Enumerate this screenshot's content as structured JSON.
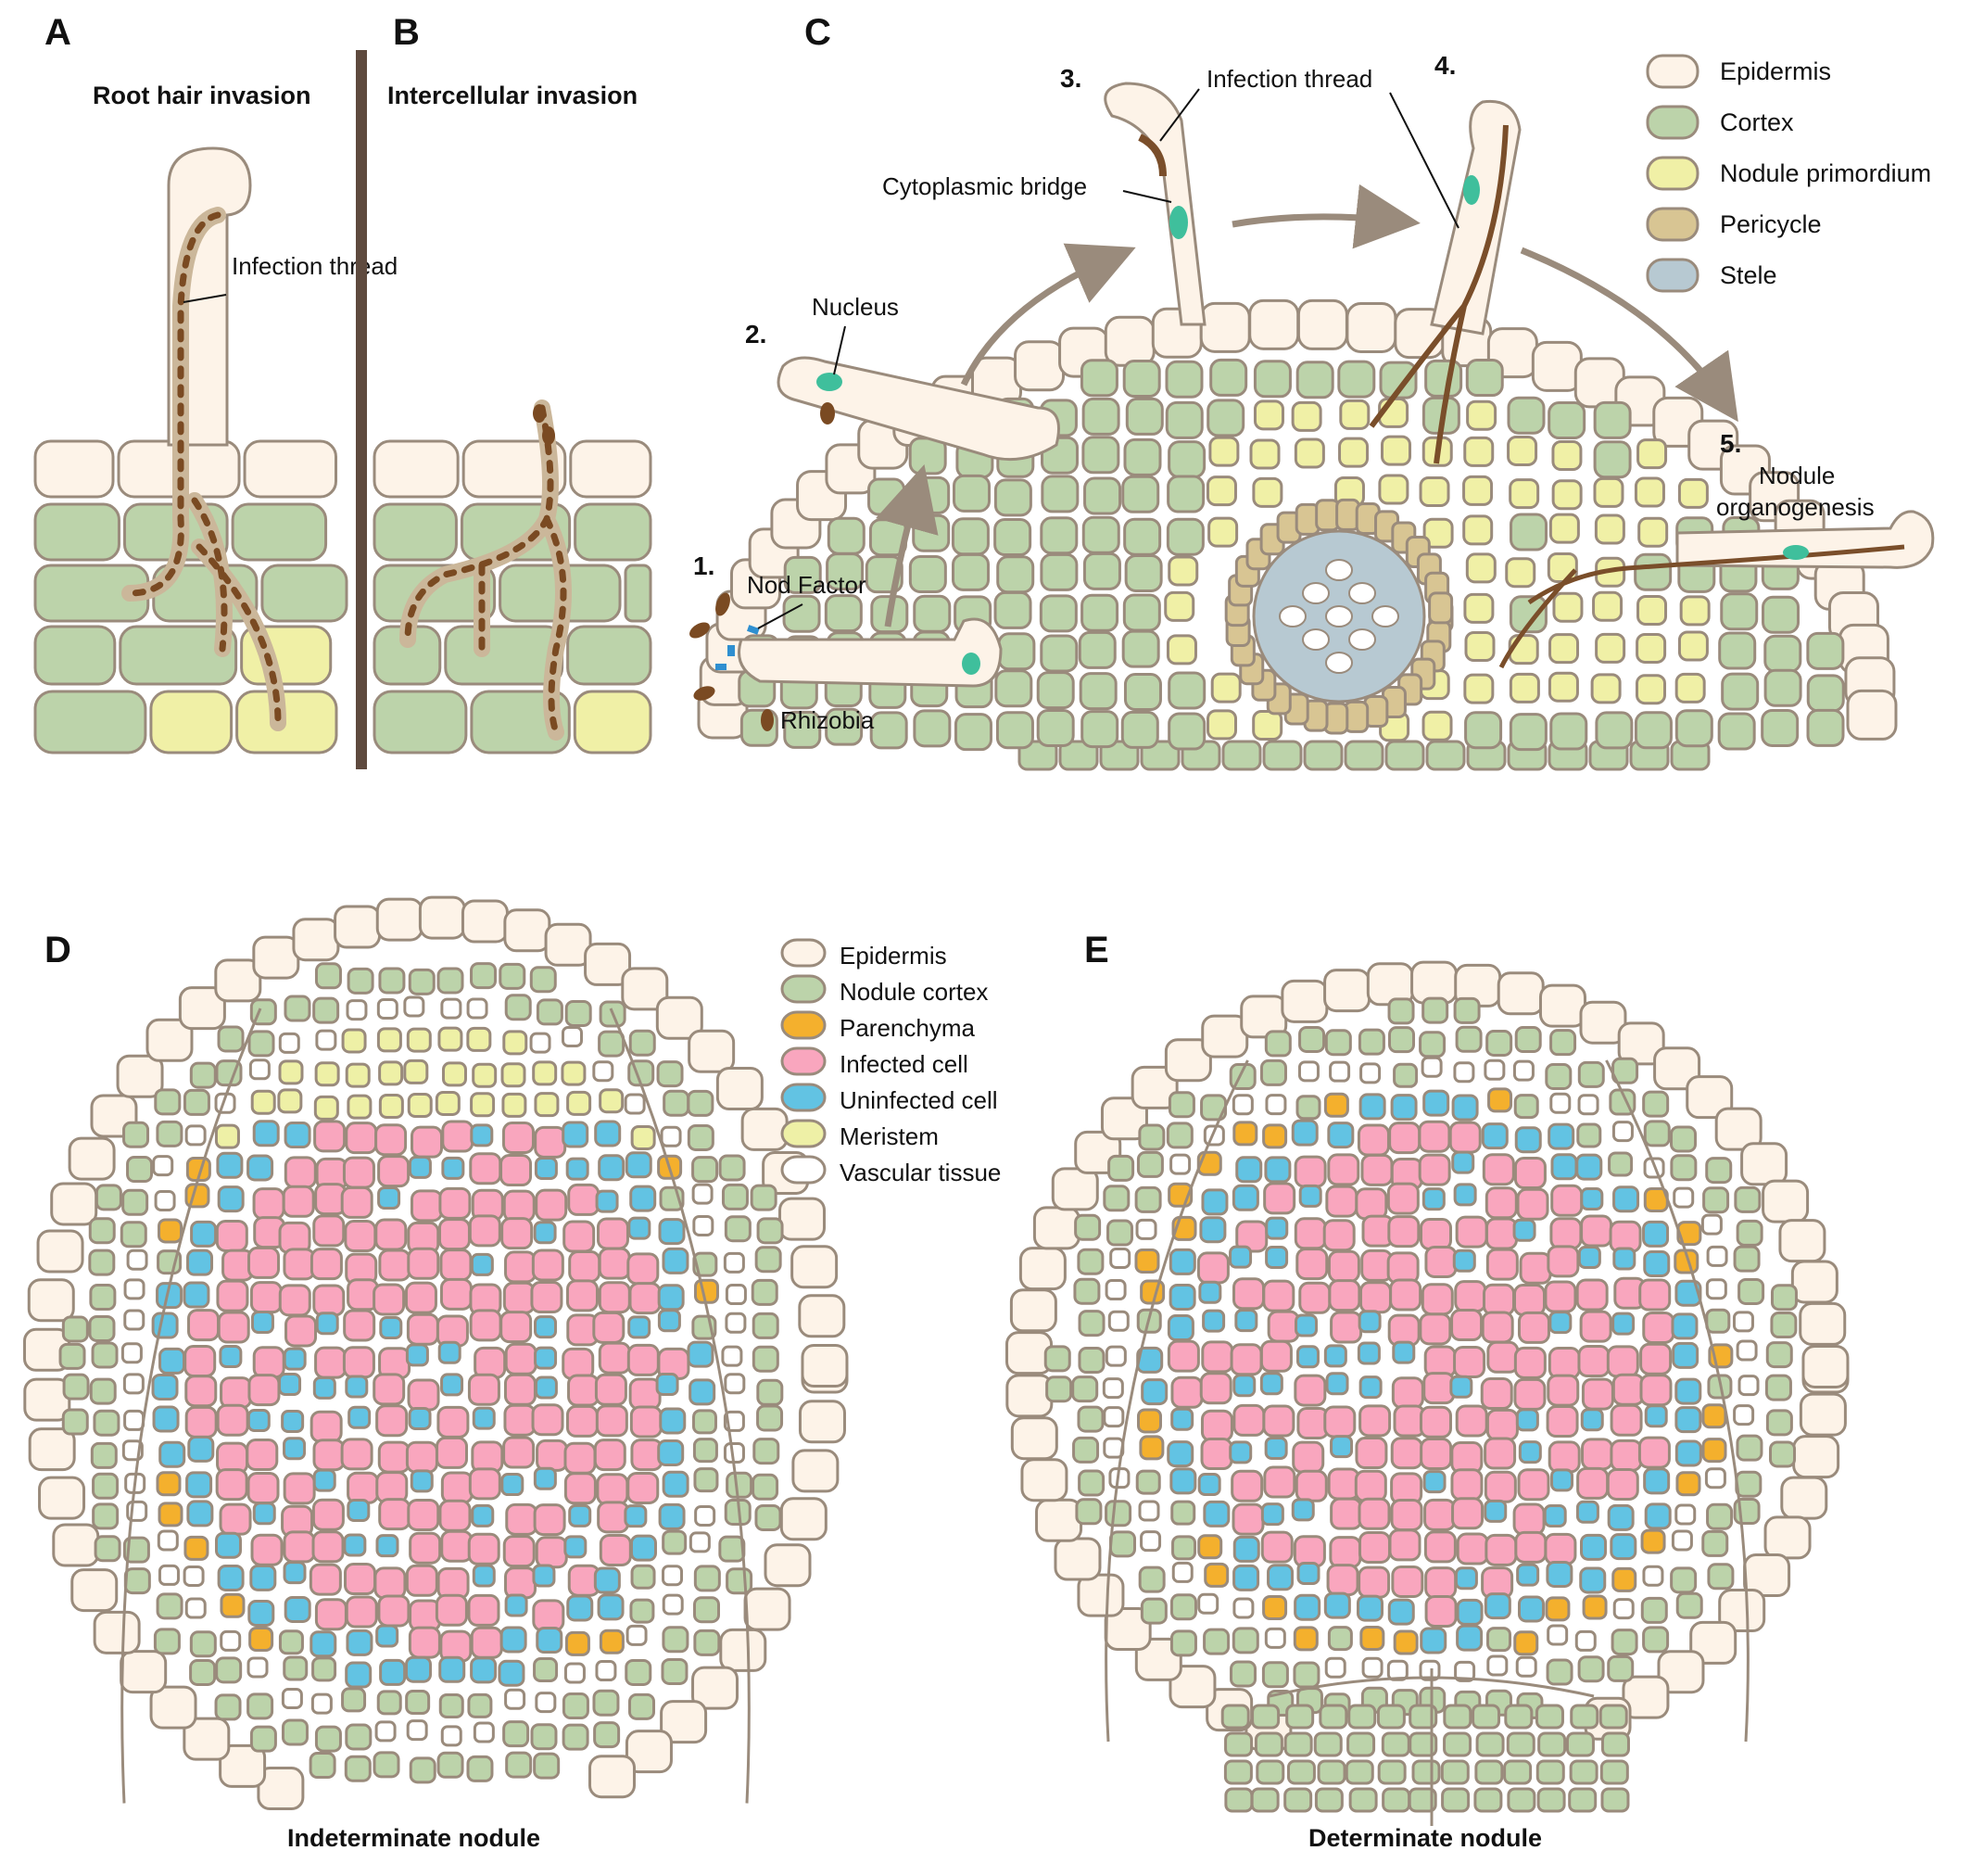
{
  "figure": {
    "panels": {
      "A": {
        "letter": "A",
        "title": "Root hair invasion",
        "annotation": "Infection thread"
      },
      "B": {
        "letter": "B",
        "title": "Intercellular invasion"
      },
      "C": {
        "letter": "C",
        "steps": [
          {
            "num": "1.",
            "labels": [
              "Nod Factor",
              "Rhizobia"
            ]
          },
          {
            "num": "2.",
            "labels": [
              "Nucleus"
            ]
          },
          {
            "num": "3.",
            "labels": [
              "Cytoplasmic bridge"
            ]
          },
          {
            "num": "4.",
            "labels": [
              "Infection thread"
            ]
          },
          {
            "num": "5.",
            "labels": [
              "Nodule organogenesis"
            ]
          }
        ],
        "infection_thread_label": "Infection thread",
        "legend": [
          {
            "label": "Epidermis",
            "color": "#fdf3e8"
          },
          {
            "label": "Cortex",
            "color": "#bcd3aa"
          },
          {
            "label": "Nodule primordium",
            "color": "#f0f0a6"
          },
          {
            "label": "Pericycle",
            "color": "#d8c593"
          },
          {
            "label": "Stele",
            "color": "#b7c9d2"
          }
        ]
      },
      "D": {
        "letter": "D",
        "caption": "Indeterminate nodule"
      },
      "E": {
        "letter": "E",
        "caption": "Determinate nodule"
      },
      "DE_legend": [
        {
          "label": "Epidermis",
          "color": "#fdf3e8"
        },
        {
          "label": "Nodule cortex",
          "color": "#bcd3aa"
        },
        {
          "label": "Parenchyma",
          "color": "#f4b02d"
        },
        {
          "label": "Infected cell",
          "color": "#f9a6be"
        },
        {
          "label": "Uninfected cell",
          "color": "#62c3e3"
        },
        {
          "label": "Meristem",
          "color": "#eef0a6"
        },
        {
          "label": "Vascular tissue",
          "color": "#ffffff"
        }
      ]
    },
    "colors": {
      "outline": "#9a8b7c",
      "thread": "#7a4e2a",
      "rhizobia": "#7a4a22",
      "nucleus": "#3fbf9c",
      "arrow": "#9a8b7c",
      "divider": "#5e4a3e"
    }
  }
}
